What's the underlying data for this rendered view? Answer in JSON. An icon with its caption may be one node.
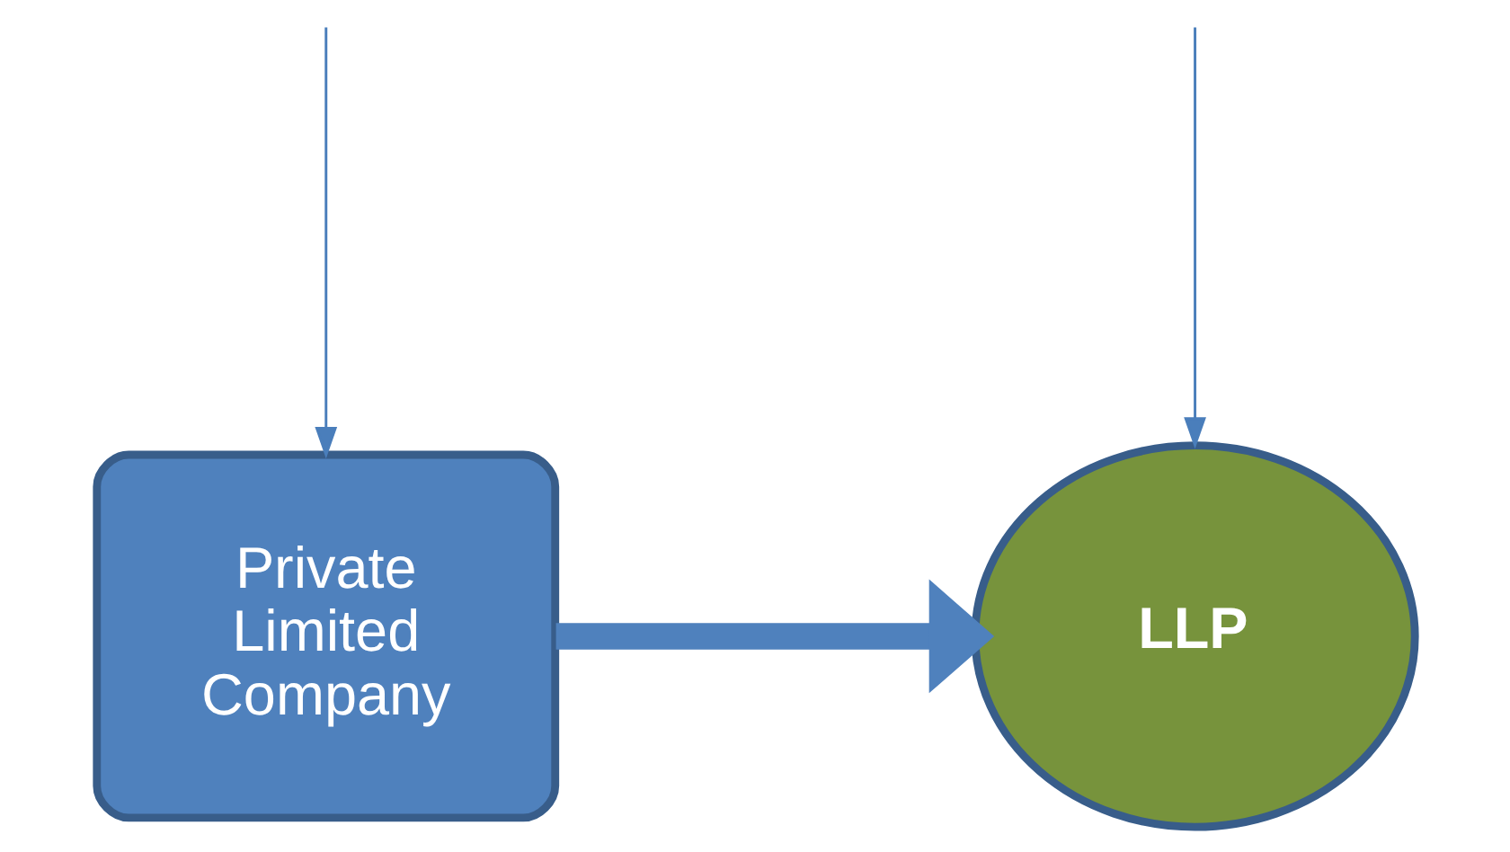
{
  "diagram": {
    "nodes": [
      {
        "text": [
          "Private Limited Company"
        ]
      },
      {
        "text": [
          "LLP"
        ]
      }
    ],
    "edges": [
      {
        "from": null,
        "to": 0,
        "arrow": "to"
      },
      {
        "from": null,
        "to": 1,
        "arrow": "to"
      },
      {
        "from": 0,
        "to": 1,
        "arrow": "to",
        "style": "thick"
      }
    ]
  }
}
